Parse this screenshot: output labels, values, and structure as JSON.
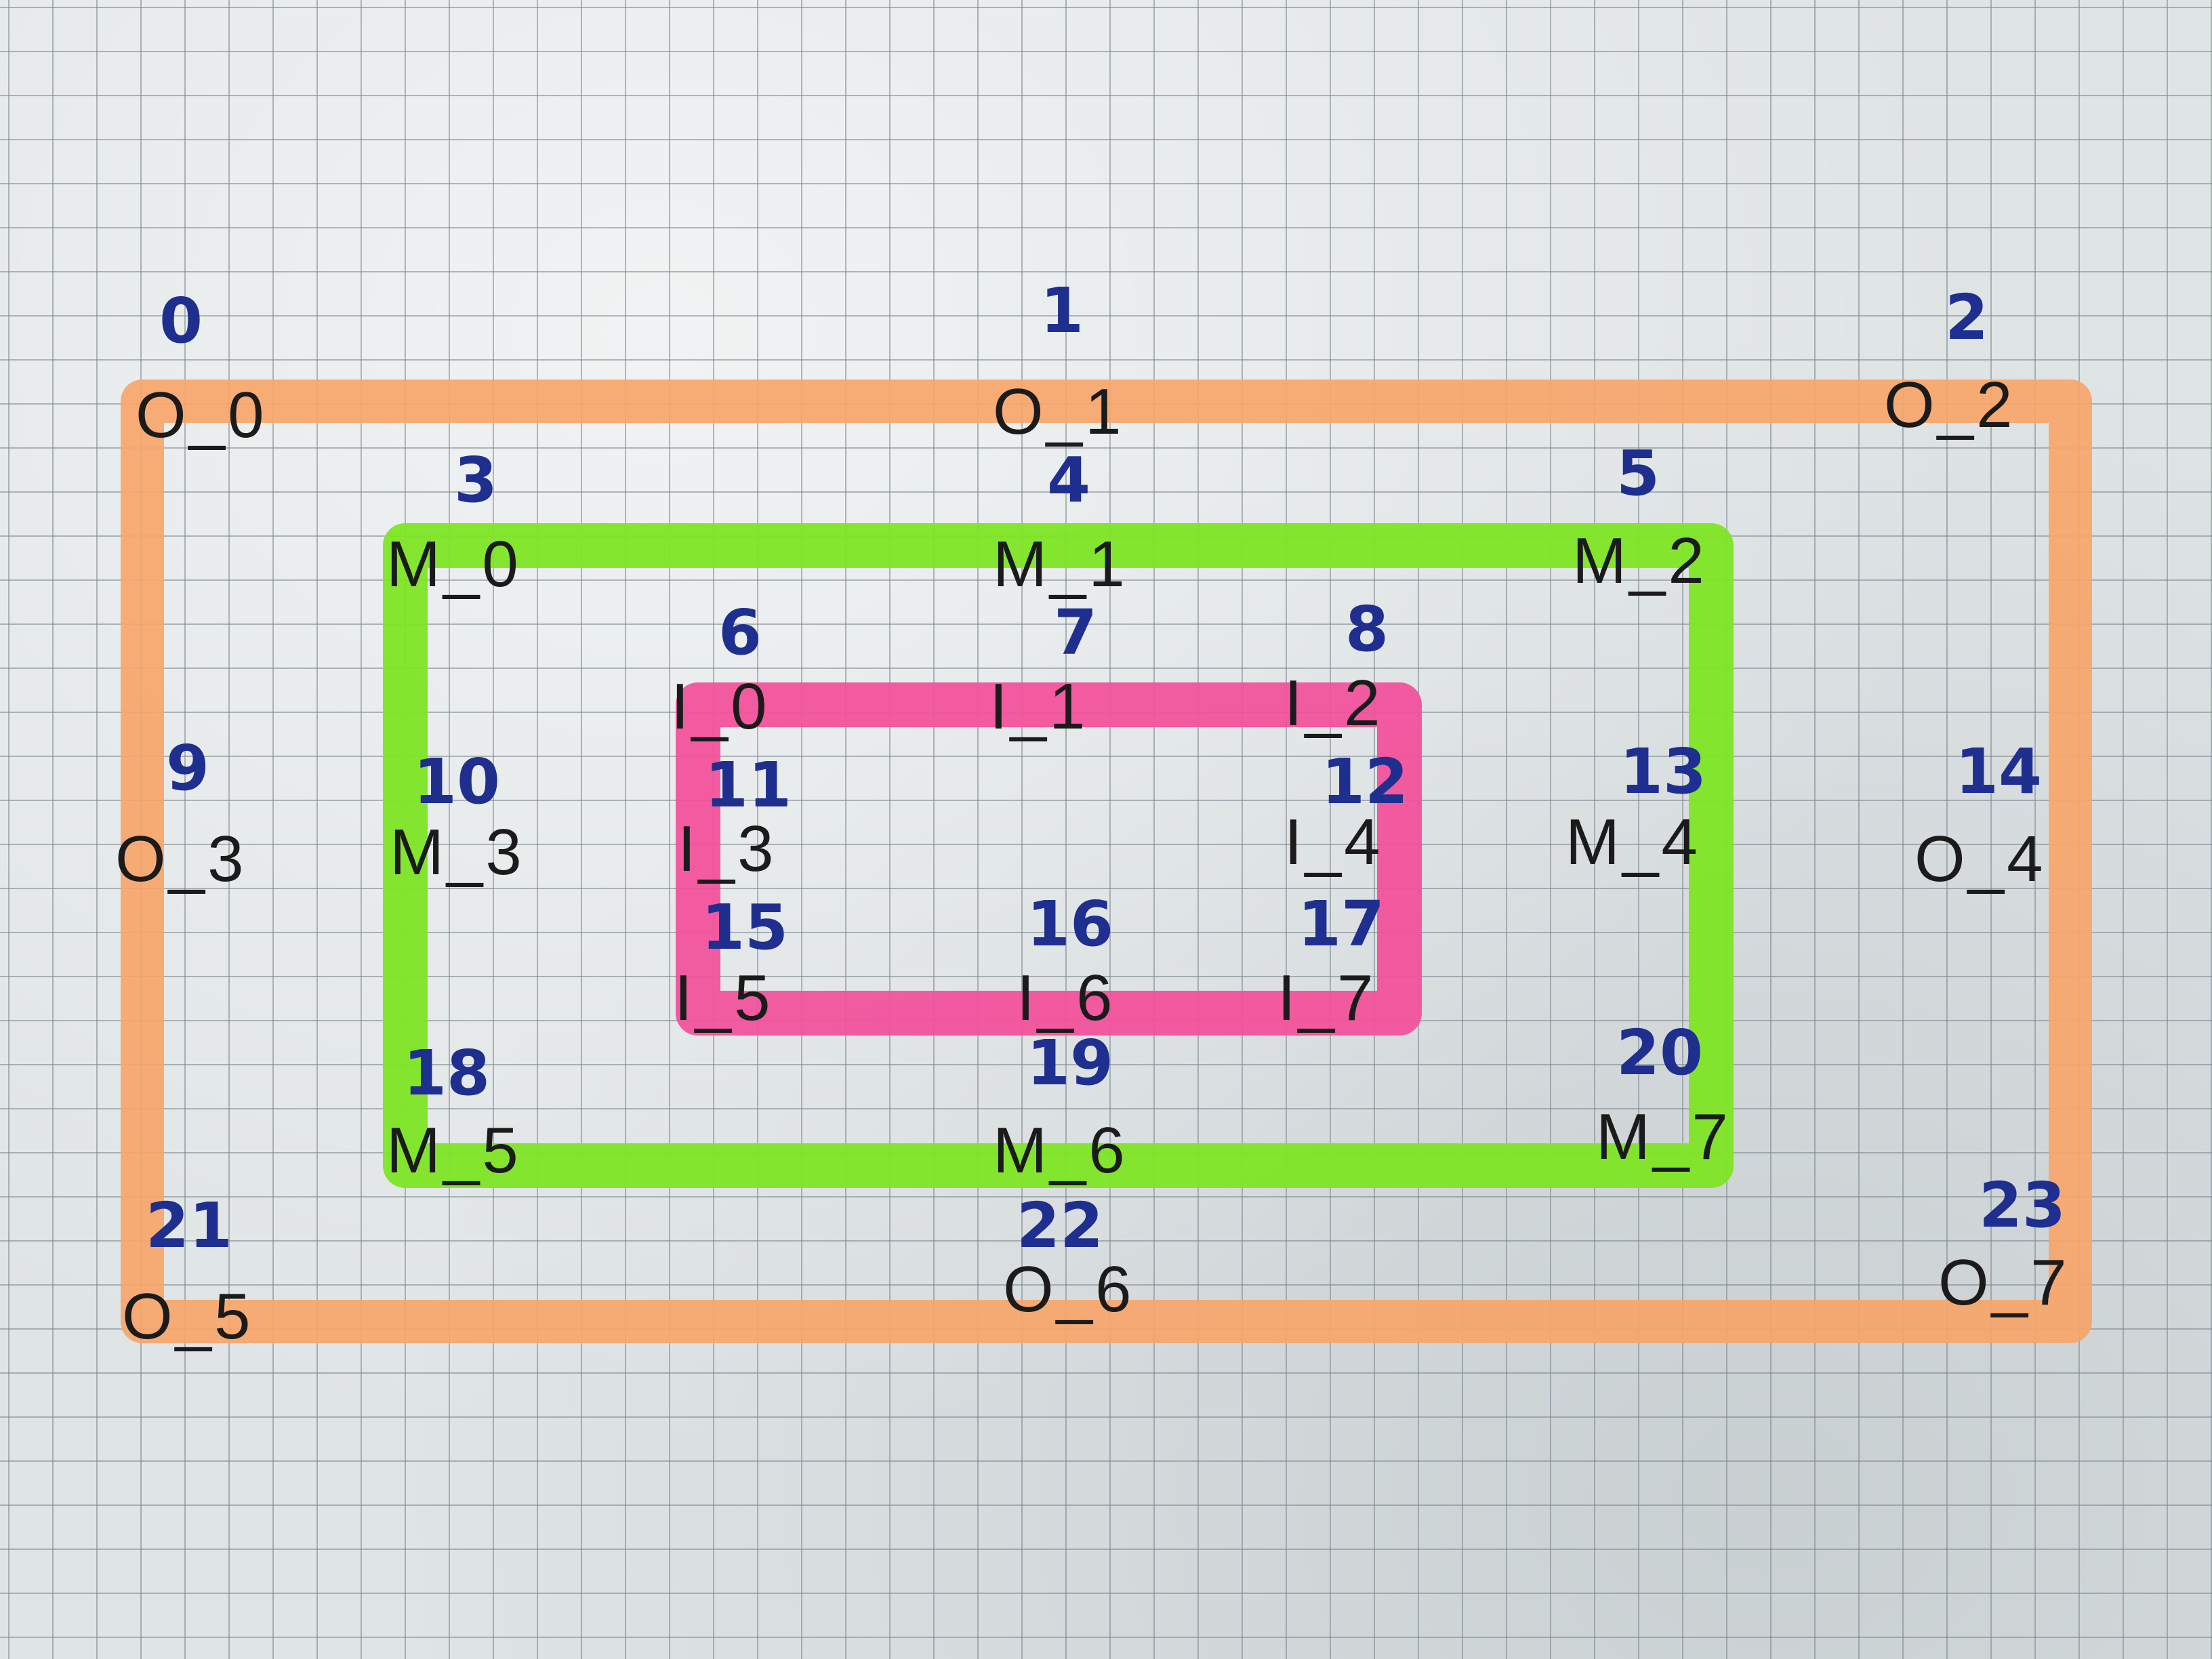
{
  "colors": {
    "paper": "#dfe4e5",
    "grid": "#7a8290",
    "outer_rect": "#f7a56a",
    "middle_rect": "#7ee524",
    "inner_rect": "#f2509a",
    "ink_black": "#1b1b1b",
    "ink_blue": "#1f2f8f"
  },
  "outer": {
    "labels": [
      "O_0",
      "O_1",
      "O_2",
      "O_3",
      "O_4",
      "O_5",
      "O_6",
      "O_7"
    ],
    "indices": [
      "0",
      "1",
      "2",
      "9",
      "14",
      "21",
      "22",
      "23"
    ]
  },
  "middle": {
    "labels": [
      "M_0",
      "M_1",
      "M_2",
      "M_3",
      "M_4",
      "M_5",
      "M_6",
      "M_7"
    ],
    "indices": [
      "3",
      "4",
      "5",
      "10",
      "13",
      "18",
      "19",
      "20"
    ]
  },
  "inner": {
    "labels": [
      "I_0",
      "I_1",
      "I_2",
      "I_3",
      "I_4",
      "I_5",
      "I_6",
      "I_7"
    ],
    "indices": [
      "6",
      "7",
      "8",
      "11",
      "12",
      "15",
      "16",
      "17"
    ]
  }
}
